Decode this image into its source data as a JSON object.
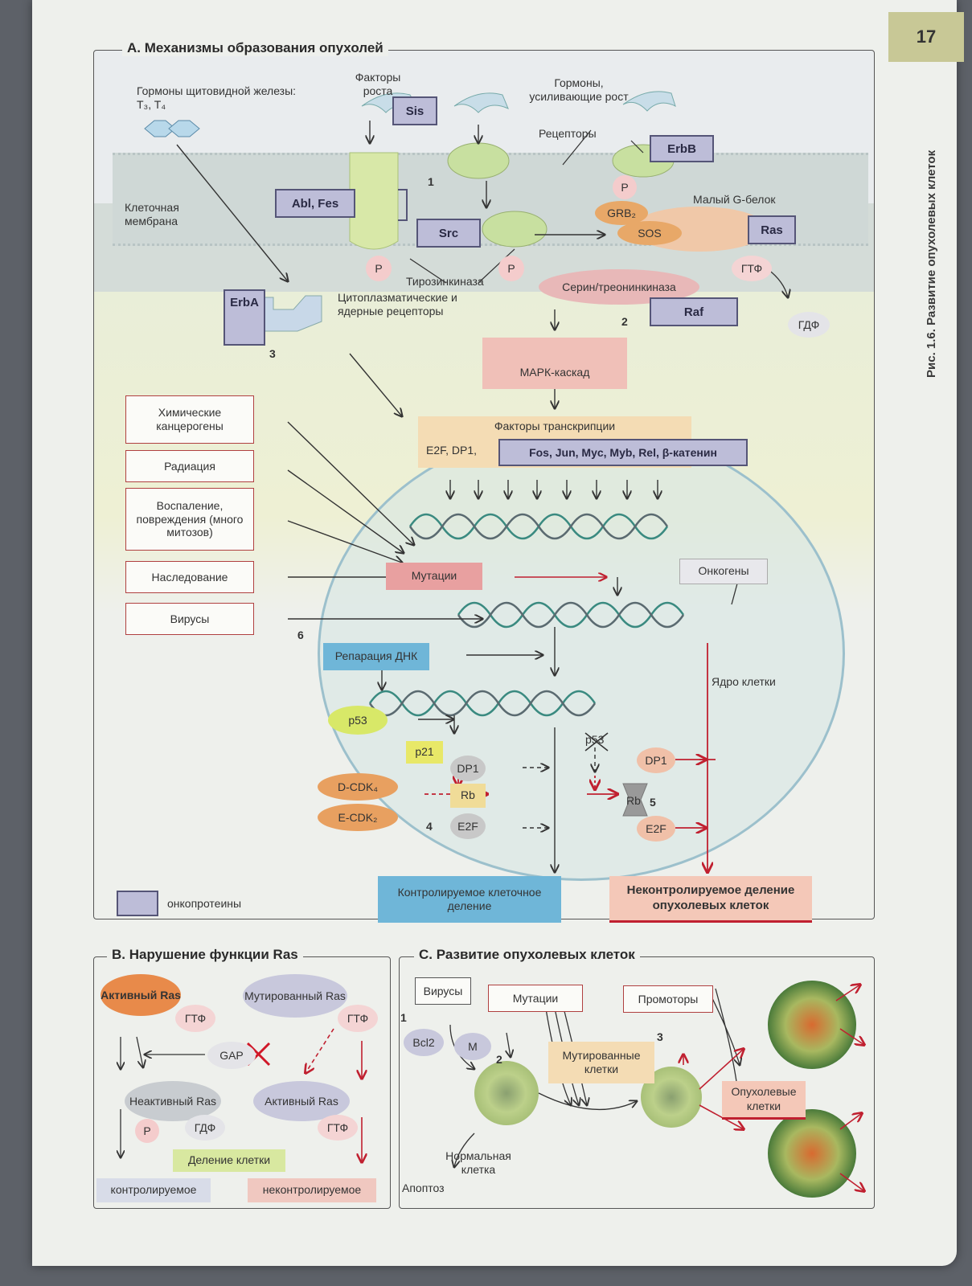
{
  "page": {
    "number": "17",
    "caption": "Рис. 1.6.   Развитие опухолевых клеток"
  },
  "panelA": {
    "title": "A. Механизмы образования опухолей",
    "hormones_thyroid": "Гормоны щитовидной железы: T₃, T₄",
    "growth_factors": "Факторы роста",
    "growth_hormones": "Гормоны, усиливающие рост",
    "receptors": "Рецепторы",
    "membrane": "Клеточная мембрана",
    "small_g": "Малый G-белок",
    "tyrosine_kinase": "Тирозинкиназа",
    "cyto_receptors": "Цитоплазматические и ядерные рецепторы",
    "ser_thr_kinase": "Серин/треонинкиназа",
    "mapk": "МАРК-каскад",
    "tf_title": "Факторы транскрипции",
    "tf_left": "E2F, DP1,",
    "tf_onco": "Fos, Jun, Myc, Myb, Rel, β-катенин",
    "gtp": "ГТФ",
    "gdp": "ГДФ",
    "p": "P",
    "grb2": "GRB₂",
    "sos": "SOS",
    "oncoproteins": {
      "sis": "Sis",
      "erbb": "ErbB",
      "ablfes": "Abl, Fes",
      "src": "Src",
      "ras": "Ras",
      "raf": "Raf",
      "erba": "ErbA"
    },
    "nums": {
      "n1": "1",
      "n2": "2",
      "n3": "3",
      "n4": "4",
      "n5": "5",
      "n6": "6"
    },
    "causes": [
      "Химические канцерогены",
      "Радиация",
      "Воспаление, повреждения (много митозов)",
      "Наследование",
      "Вирусы"
    ],
    "mutations": "Мутации",
    "oncogenes": "Онкогены",
    "dna_repair": "Репарация ДНК",
    "nucleus": "Ядро клетки",
    "p53": "p53",
    "p21": "p21",
    "p53_crossed": "p53",
    "dcdk": "D-CDK₄",
    "ecdk": "E-CDK₂",
    "dp1": "DP1",
    "rb": "Rb",
    "e2f": "E2F",
    "controlled": "Контролируемое клеточное деление",
    "uncontrolled": "Неконтролируемое деление опухолевых клеток",
    "legend": "онкопротеины"
  },
  "panelB": {
    "title": "B. Нарушение функции Ras",
    "active_ras": "Активный Ras",
    "mutant_ras": "Мутированный Ras",
    "gtp": "ГТФ",
    "gap": "GAP",
    "inactive_ras": "Неактивный Ras",
    "active_ras2": "Активный Ras",
    "p": "P",
    "gdp": "ГДФ",
    "division": "Деление клетки",
    "controlled": "контролируемое",
    "uncontrolled": "неконтролируемое"
  },
  "panelC": {
    "title": "C. Развитие опухолевых клеток",
    "viruses": "Вирусы",
    "mutations": "Мутации",
    "promoters": "Промоторы",
    "bcl2": "Bcl2",
    "m": "M",
    "mutant_cells": "Мутированные клетки",
    "tumor_cells": "Опухолевые клетки",
    "normal_cell": "Нормальная клетка",
    "apoptosis": "Апоптоз",
    "n1": "1",
    "n2": "2",
    "n3": "3"
  },
  "colors": {
    "oncoprotein": "#bdbdd8",
    "arrow_red": "#c02030",
    "repair_blue": "#6fb6d8",
    "mutation_pink": "#e8a0a0"
  }
}
